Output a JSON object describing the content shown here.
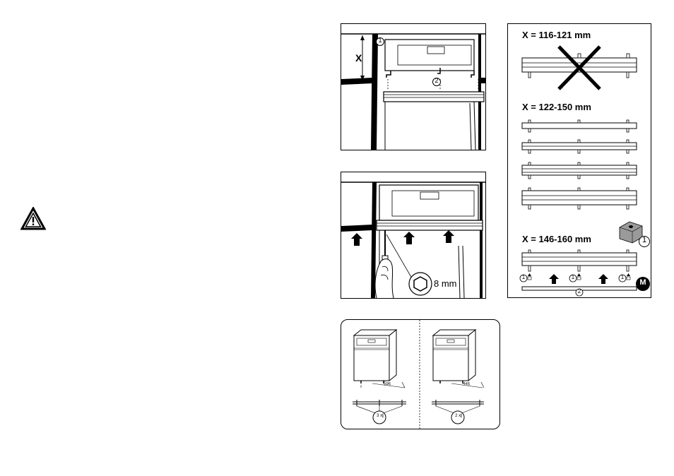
{
  "fig1": {
    "dimension_label": "X",
    "callout_1": "1",
    "callout_2": "2"
  },
  "fig2": {
    "tool_size": "8 mm"
  },
  "fig3": {
    "option_a": {
      "width": "596",
      "feet_count": "3 x"
    },
    "option_b": {
      "width": "446",
      "feet_count": "2 x"
    }
  },
  "table": {
    "range_1": "X = 116-121 mm",
    "range_2": "X = 122-150 mm",
    "range_3": "X = 146-160 mm",
    "callout_1": "1",
    "callout_2": "2",
    "logo": "M"
  },
  "colors": {
    "line": "#000000",
    "background": "#ffffff",
    "foam": "#9a9a9a"
  }
}
